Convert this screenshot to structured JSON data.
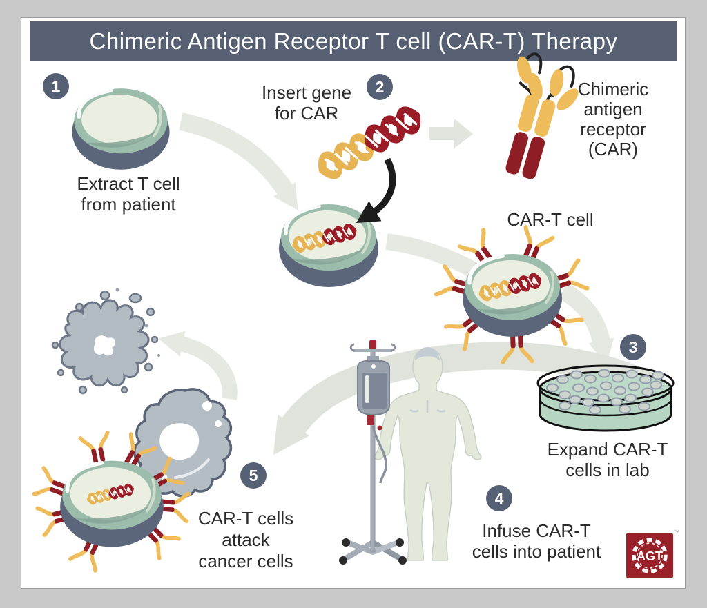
{
  "title": "Chimeric Antigen Receptor T cell (CAR-T) Therapy",
  "badges": [
    "1",
    "2",
    "3",
    "4",
    "5"
  ],
  "labels": {
    "step1": [
      "Extract T cell",
      "from patient"
    ],
    "step2": [
      "Insert gene",
      "for CAR"
    ],
    "car_receptor": [
      "Chimeric",
      "antigen",
      "receptor",
      "(CAR)"
    ],
    "car_t_cell": "CAR-T cell",
    "step3": [
      "Expand CAR-T",
      "cells in lab"
    ],
    "step4": [
      "Infuse CAR-T",
      "cells into patient"
    ],
    "step5": [
      "CAR-T cells",
      "attack",
      "cancer cells"
    ]
  },
  "logo": {
    "text": "AGT",
    "trademark": "™"
  },
  "colors": {
    "frame_bg": "#c9c9c9",
    "panel_bg": "#ffffff",
    "title_bar": "#566072",
    "badge": "#566074",
    "body_text": "#2b2b2b",
    "cell_rim": "#5c667a",
    "cell_body": "#9dbdac",
    "cell_inner": "#ebefe2",
    "dna_yellow": "#e7b453",
    "dna_red": "#9b1c26",
    "car_yellow": "#eebc5a",
    "car_red": "#8e1d26",
    "petri_green": "#b7d5c3",
    "cancer_gray": "#b4bdc4",
    "patient_green": "#e3e8da",
    "arrow_light": "#e6e9e1",
    "arrow_black": "#1c1c1c",
    "logo_red": "#99212a"
  },
  "illustrations": [
    "t-cell-illustration",
    "dna-helix-icon",
    "modified-t-cell-illustration",
    "car-receptor-icon",
    "car-t-cell-illustration",
    "petri-dish-illustration",
    "patient-silhouette",
    "iv-stand-illustration",
    "destroyed-cancer-cell-illustration",
    "cancer-cell-illustration",
    "attacking-car-t-cell-illustration",
    "agt-logo"
  ]
}
